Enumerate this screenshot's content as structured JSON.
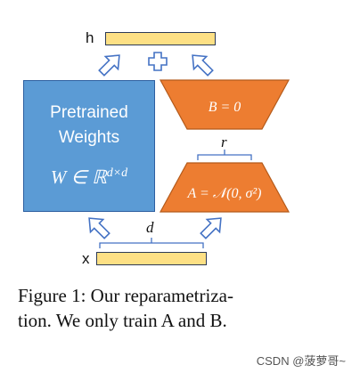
{
  "diagram": {
    "output_label": "h",
    "input_label": "x",
    "pretrained": {
      "title_line1": "Pretrained",
      "title_line2": "Weights",
      "formula_base": "W ∈ ℝ",
      "formula_exp": "d×d"
    },
    "matrix_b": "B = 0",
    "matrix_a": "A = 𝒩(0, σ²)",
    "rank_label": "r",
    "dim_label": "d",
    "colors": {
      "pretrained_fill": "#5b9bd5",
      "lora_fill": "#ed7d31",
      "vector_fill": "#fde085",
      "arrow_stroke": "#4472c4"
    }
  },
  "caption": {
    "line1": "Figure 1: Our reparametriza-",
    "line2": "tion. We only train A and B."
  },
  "watermark": "CSDN @菠萝哥~"
}
